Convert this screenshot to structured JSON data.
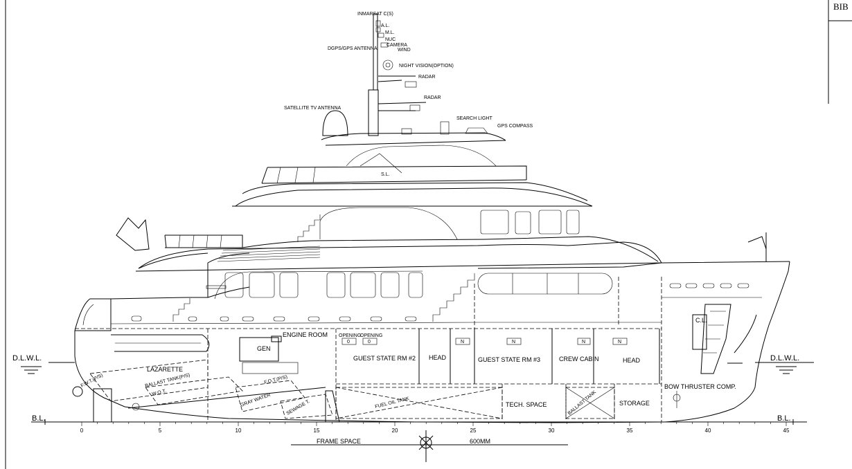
{
  "title_block": {
    "text": "BIB"
  },
  "mast_labels": {
    "inmarsat": "INMARSAT C(S)",
    "al": "A.L.",
    "ml": "M.L.",
    "nuc": "NUC",
    "camera": "CAMERA",
    "wind": "WIND",
    "dgps": "DGPS/GPS ANTENNA",
    "night_vision": "NIGHT VISION(OPTION)",
    "radar_upper": "RADAR",
    "radar_lower": "RADAR",
    "satellite_tv": "SATELLITE TV ANTENNA",
    "search_light": "SEARCH LIGHT",
    "gps_compass": "GPS COMPASS",
    "sl": "S.L."
  },
  "compartments": {
    "engine_room": "ENGINE ROOM",
    "gen": "GEN",
    "lazarette": "LAZARETTE",
    "guest_rm2": "GUEST STATE RM #2",
    "head_aft": "HEAD",
    "guest_rm3": "GUEST STATE RM #3",
    "crew_cabin": "CREW CABIN",
    "head_fwd": "HEAD",
    "tech_space": "TECH. SPACE",
    "storage": "STORAGE",
    "bow_thruster": "BOW THRUSTER COMP.",
    "cl": "C.L.",
    "opening1": "OPENING",
    "opening2": "OPENING"
  },
  "tanks": {
    "ballast_ps": "BALLAST TANK(P/S)",
    "fwt": "F.W.T.(P/S)",
    "gray_water": "GRAY WATER",
    "fot": "F.O.T.(P/S)",
    "wot": "W.O.T.",
    "sewage": "SEWAGE T.",
    "fuel_oil": "FUEL OIL TANK",
    "ballast_fwd": "BALLAST TANK"
  },
  "waterline": {
    "dlwl_left": "D.L.W.L.",
    "dlwl_right": "D.L.W.L.",
    "bl_left": "B.L.",
    "bl_right": "B.L."
  },
  "frame_scale": {
    "ticks": [
      "0",
      "5",
      "10",
      "15",
      "20",
      "25",
      "30",
      "35",
      "40",
      "45"
    ],
    "frame_space_label": "FRAME SPACE",
    "frame_space_value": "600MM"
  }
}
